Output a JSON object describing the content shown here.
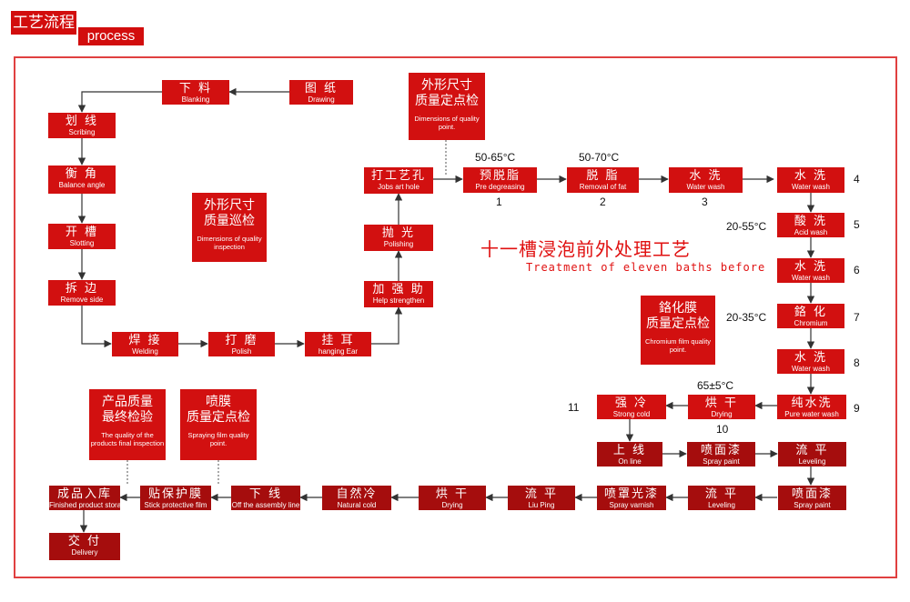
{
  "header": {
    "title_zh": "工艺流程",
    "title_en": "process"
  },
  "title": {
    "zh": "十一槽浸泡前外处理工艺",
    "en": "Treatment of eleven baths before"
  },
  "steps": {
    "drawing": {
      "zh": "图 纸",
      "en": "Drawing"
    },
    "blanking": {
      "zh": "下 料",
      "en": "Blanking"
    },
    "scribing": {
      "zh": "划 线",
      "en": "Scribing"
    },
    "balance_angle": {
      "zh": "衡 角",
      "en": "Balance angle"
    },
    "slotting": {
      "zh": "开 槽",
      "en": "Slotting"
    },
    "remove_side": {
      "zh": "拆 边",
      "en": "Remove side"
    },
    "welding": {
      "zh": "焊 接",
      "en": "Welding"
    },
    "polish": {
      "zh": "打 磨",
      "en": "Polish"
    },
    "hanging_ear": {
      "zh": "挂 耳",
      "en": "hanging Ear"
    },
    "help_strengthen": {
      "zh": "加 强 助",
      "en": "Help strengthen"
    },
    "polishing": {
      "zh": "抛 光",
      "en": "Polishing"
    },
    "jobs_art_hole": {
      "zh": "打工艺孔",
      "en": "Jobs art hole"
    },
    "pre_degreasing": {
      "zh": "预脱脂",
      "en": "Pre degreasing"
    },
    "removal_of_fat": {
      "zh": "脱 脂",
      "en": "Removal of fat"
    },
    "water_wash_1": {
      "zh": "水 洗",
      "en": "Water wash"
    },
    "water_wash_2": {
      "zh": "水 洗",
      "en": "Water wash"
    },
    "acid_wash": {
      "zh": "酸 洗",
      "en": "Acid wash"
    },
    "water_wash_3": {
      "zh": "水 洗",
      "en": "Water wash"
    },
    "chromium": {
      "zh": "鉻 化",
      "en": "Chromium"
    },
    "water_wash_4": {
      "zh": "水 洗",
      "en": "Water wash"
    },
    "pure_water_wash": {
      "zh": "纯水洗",
      "en": "Pure water wash"
    },
    "drying_1": {
      "zh": "烘 干",
      "en": "Drying"
    },
    "strong_cold": {
      "zh": "强 冷",
      "en": "Strong cold"
    },
    "on_line": {
      "zh": "上 线",
      "en": "On line"
    },
    "spray_paint_1": {
      "zh": "喷面漆",
      "en": "Spray paint"
    },
    "leveling_1": {
      "zh": "流 平",
      "en": "Leveling"
    },
    "spray_paint_2": {
      "zh": "喷面漆",
      "en": "Spray paint"
    },
    "leveling_2": {
      "zh": "流 平",
      "en": "Leveling"
    },
    "spray_varnish": {
      "zh": "喷罩光漆",
      "en": "Spray varnish"
    },
    "liu_ping": {
      "zh": "流 平",
      "en": "Liu Ping"
    },
    "drying_2": {
      "zh": "烘 干",
      "en": "Drying"
    },
    "natural_cold": {
      "zh": "自然冷",
      "en": "Natural cold"
    },
    "off_line": {
      "zh": "下 线",
      "en": "Off the assembly line"
    },
    "stick_film": {
      "zh": "贴保护膜",
      "en": "Stick protective film"
    },
    "storage": {
      "zh": "成品入库",
      "en": "Finished product storage"
    },
    "delivery": {
      "zh": "交 付",
      "en": "Delivery"
    }
  },
  "checks": {
    "dimension_patrol": {
      "zh1": "外形尺寸",
      "zh2": "质量巡检",
      "en": "Dimensions of quality inspection"
    },
    "dimension_point": {
      "zh1": "外形尺寸",
      "zh2": "质量定点检",
      "en": "Dimensions of quality point."
    },
    "chromium_film": {
      "zh1": "鉻化膜",
      "zh2": "质量定点检",
      "en": "Chromium film quality point."
    },
    "final_inspection": {
      "zh1": "产品质量",
      "zh2": "最终检验",
      "en": "The quality of the products final inspection"
    },
    "spraying_film": {
      "zh1": "喷膜",
      "zh2": "质量定点检",
      "en": "Spraying film quality point."
    }
  },
  "labels": {
    "temp_pre": "50-65°C",
    "temp_fat": "50-70°C",
    "temp_acid": "20-55°C",
    "temp_chrome": "20-35°C",
    "temp_dry": "65±5°C",
    "n1": "1",
    "n2": "2",
    "n3": "3",
    "n4": "4",
    "n5": "5",
    "n6": "6",
    "n7": "7",
    "n8": "8",
    "n9": "9",
    "n10": "10",
    "n11": "11"
  },
  "colors": {
    "primary": "#d21010",
    "dark": "#a50d0d",
    "arrow": "#333333",
    "frame": "#e04040"
  }
}
